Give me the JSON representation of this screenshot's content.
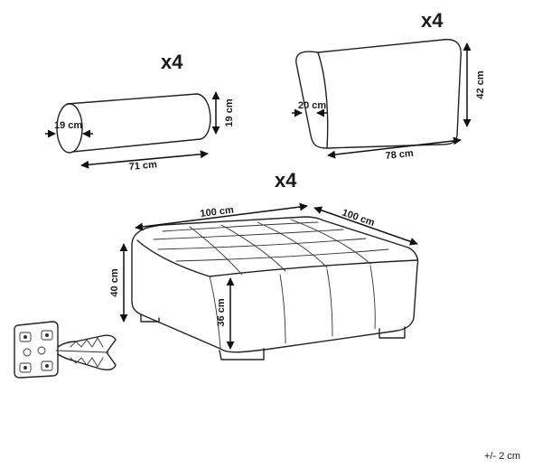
{
  "quantities": {
    "bolster": "x4",
    "cushion": "x4",
    "ottoman": "x4"
  },
  "bolster": {
    "diameter": "19 cm",
    "height": "19 cm",
    "length": "71 cm"
  },
  "cushion": {
    "depth": "20 cm",
    "height": "42 cm",
    "width": "78 cm"
  },
  "ottoman": {
    "width": "100 cm",
    "depth": "100 cm",
    "height": "40 cm",
    "seat_height": "36 cm"
  },
  "tolerance": "+/- 2 cm",
  "icons": [
    "arrow-icon",
    "connector-clip-icon"
  ]
}
